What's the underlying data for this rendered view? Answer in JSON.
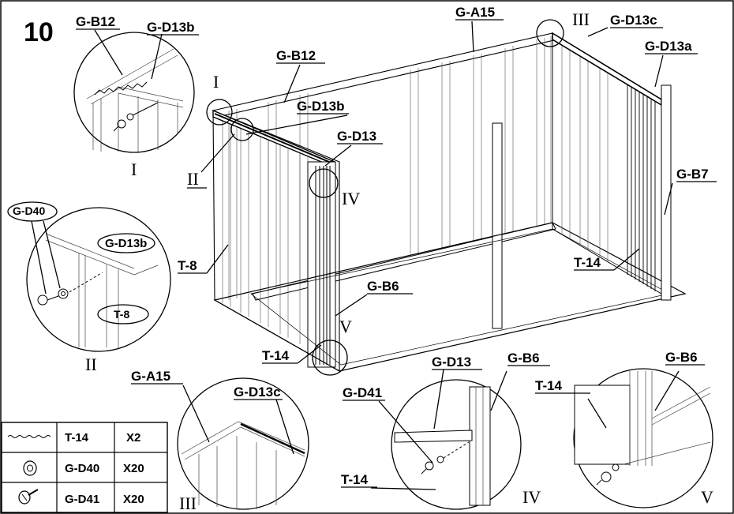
{
  "step_number": "10",
  "labels": {
    "g_b12_top": "G-B12",
    "g_d13b_top": "G-D13b",
    "g_a15": "G-A15",
    "roman_iii_top": "III",
    "g_d13c_top": "G-D13c",
    "g_d13a": "G-D13a",
    "g_b12_main": "G-B12",
    "roman_i_main": "I",
    "g_d13b_main": "G-D13b",
    "g_d13_main": "G-D13",
    "roman_ii_main": "II",
    "roman_iv_main": "IV",
    "g_b7": "G-B7",
    "t8_main": "T-8",
    "t14_right": "T-14",
    "g_b6_main": "G-B6",
    "roman_v_main": "V",
    "t14_left": "T-14",
    "roman_i_detail": "I",
    "g_d40_callout": "G-D40",
    "g_d13b_callout": "G-D13b",
    "t8_callout": "T-8",
    "roman_ii_detail": "II",
    "g_a15_detail": "G-A15",
    "g_d13c_detail": "G-D13c",
    "roman_iii_detail": "III",
    "g_d13_detail": "G-D13",
    "g_b6_detail4": "G-B6",
    "g_d41_detail": "G-D41",
    "t14_detail4": "T-14",
    "roman_iv_detail": "IV",
    "g_b6_detail5": "G-B6",
    "t14_detail5": "T-14",
    "roman_v_detail": "V"
  },
  "parts_table": [
    {
      "part": "T-14",
      "qty": "X2",
      "icon": "tape-strip-icon"
    },
    {
      "part": "G-D40",
      "qty": "X20",
      "icon": "washer-icon"
    },
    {
      "part": "G-D41",
      "qty": "X20",
      "icon": "screw-icon"
    }
  ]
}
